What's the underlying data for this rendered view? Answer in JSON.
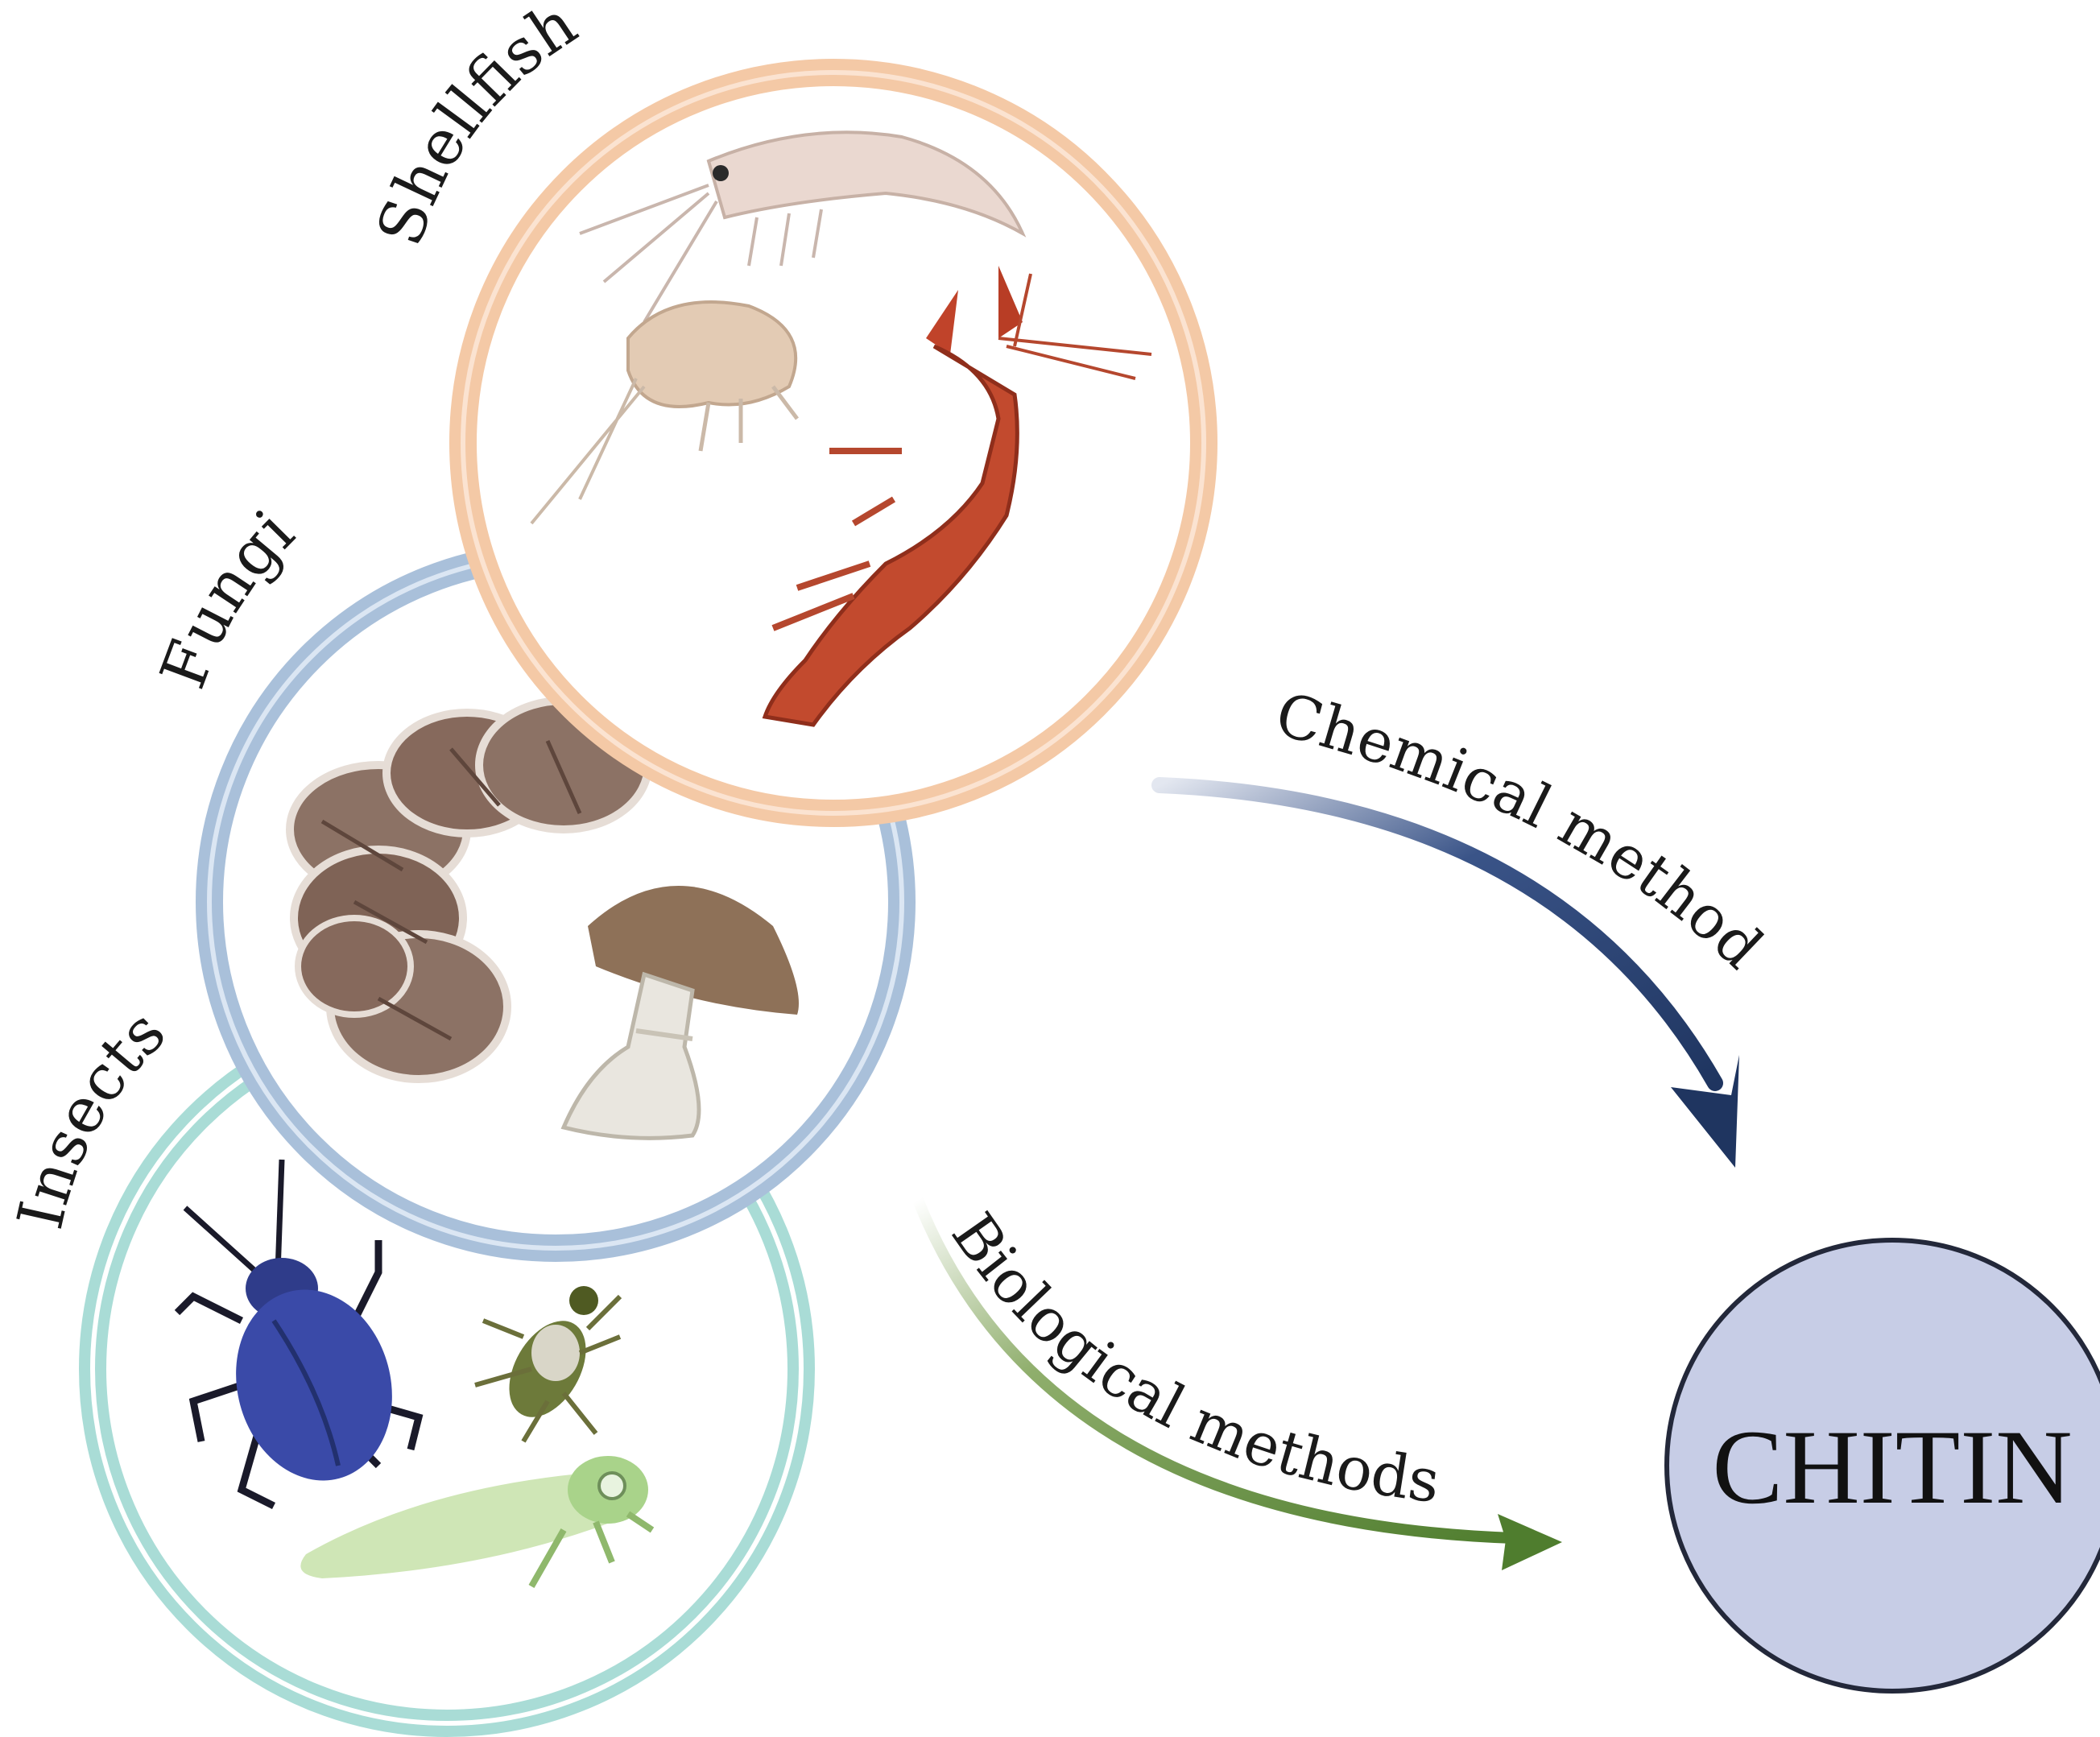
{
  "sources": {
    "shellfish": {
      "label": "Shellfish",
      "ring_color": "#f4c9a6"
    },
    "fungi": {
      "label": "Fungi",
      "ring_color": "#a9c0da"
    },
    "insects": {
      "label": "Insects",
      "ring_color": "#a9dcd6"
    }
  },
  "methods": {
    "chemical": {
      "label": "Chemical method",
      "color": "#243a66"
    },
    "biological": {
      "label": "Biological methods",
      "color": "#4f7d2e"
    }
  },
  "product": {
    "label": "CHITIN",
    "fill": "#c7cde6",
    "stroke": "#23283a"
  }
}
